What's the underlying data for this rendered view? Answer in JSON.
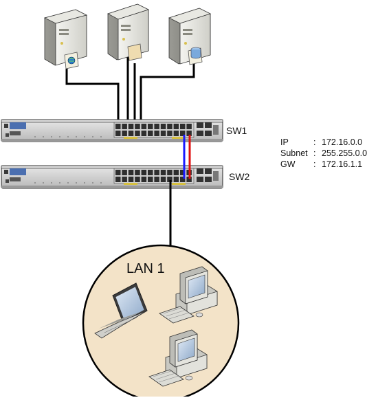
{
  "switches": [
    {
      "label": "SW1"
    },
    {
      "label": "SW2"
    }
  ],
  "network_info": [
    {
      "key": "IP",
      "value": "172.16.0.0"
    },
    {
      "key": "Subnet",
      "value": "255.255.0.0"
    },
    {
      "key": "GW",
      "value": "172.16.1.1"
    }
  ],
  "lan": {
    "label": "LAN 1"
  },
  "icons": [
    "server-web-icon",
    "server-file-icon",
    "server-database-icon",
    "laptop-icon",
    "desktop-computer-icon",
    "network-switch-icon"
  ],
  "colors": {
    "uplink_blue": "#1a1aff",
    "uplink_red": "#e01010",
    "lan_fill": "#f3e3c8"
  }
}
